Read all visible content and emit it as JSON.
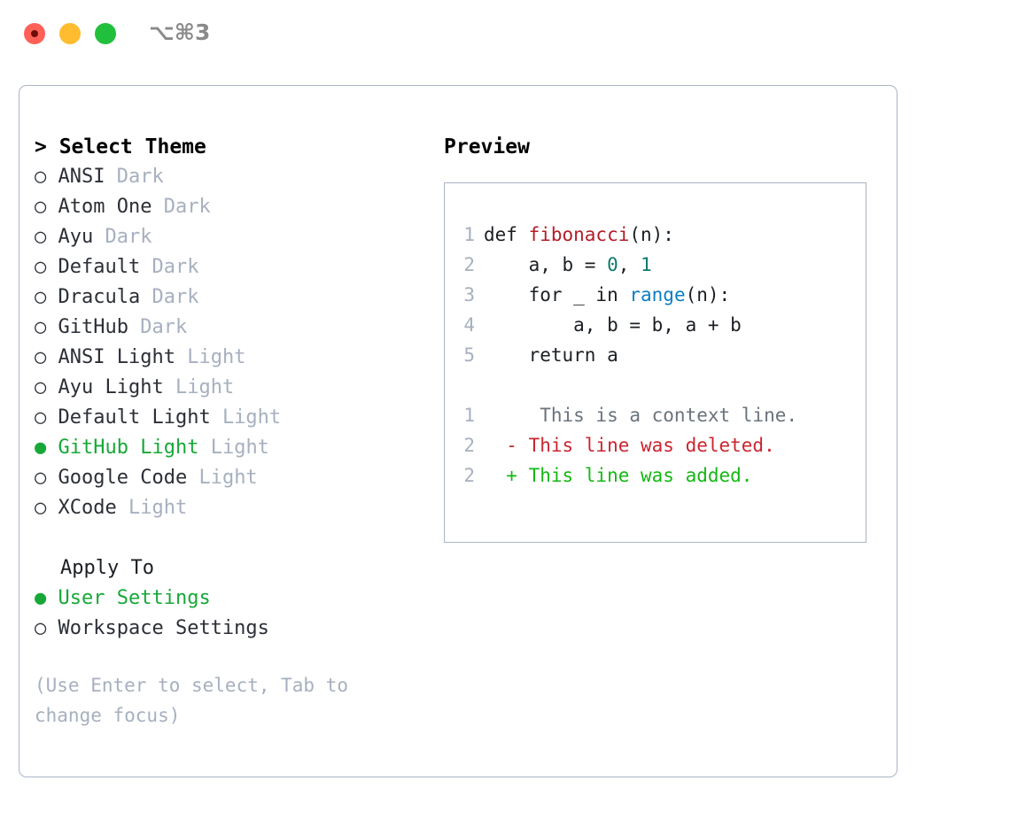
{
  "titlebar": {
    "shortcut": "⌥⌘3",
    "buttons": [
      {
        "name": "close",
        "color": "#ff6159"
      },
      {
        "name": "minimize",
        "color": "#febc2e"
      },
      {
        "name": "maximize",
        "color": "#21c03c"
      }
    ]
  },
  "theme_picker": {
    "header": "> Select Theme",
    "bullet_selected": "●",
    "bullet_unselected": "○",
    "items": [
      {
        "label": "ANSI",
        "tag": "Dark",
        "selected": false
      },
      {
        "label": "Atom One",
        "tag": "Dark",
        "selected": false
      },
      {
        "label": "Ayu",
        "tag": "Dark",
        "selected": false
      },
      {
        "label": "Default",
        "tag": "Dark",
        "selected": false
      },
      {
        "label": "Dracula",
        "tag": "Dark",
        "selected": false
      },
      {
        "label": "GitHub",
        "tag": "Dark",
        "selected": false
      },
      {
        "label": "ANSI Light",
        "tag": "Light",
        "selected": false
      },
      {
        "label": "Ayu Light",
        "tag": "Light",
        "selected": false
      },
      {
        "label": "Default Light",
        "tag": "Light",
        "selected": false
      },
      {
        "label": "GitHub Light",
        "tag": "Light",
        "selected": true
      },
      {
        "label": "Google Code",
        "tag": "Light",
        "selected": false
      },
      {
        "label": "XCode",
        "tag": "Light",
        "selected": false
      }
    ]
  },
  "apply_to": {
    "header": "Apply To",
    "items": [
      {
        "label": "User Settings",
        "selected": true
      },
      {
        "label": "Workspace Settings",
        "selected": false
      }
    ]
  },
  "hint": "(Use Enter to select, Tab to change focus)",
  "preview": {
    "title": "Preview",
    "code_lines": [
      {
        "no": "1",
        "tokens": [
          {
            "t": "def ",
            "c": "kw"
          },
          {
            "t": "fibonacci",
            "c": "fn"
          },
          {
            "t": "(n):",
            "c": "plain"
          }
        ]
      },
      {
        "no": "2",
        "tokens": [
          {
            "t": "    a, b = ",
            "c": "plain"
          },
          {
            "t": "0",
            "c": "num"
          },
          {
            "t": ", ",
            "c": "plain"
          },
          {
            "t": "1",
            "c": "num"
          }
        ]
      },
      {
        "no": "3",
        "tokens": [
          {
            "t": "    for _ in ",
            "c": "plain"
          },
          {
            "t": "range",
            "c": "builtin"
          },
          {
            "t": "(n):",
            "c": "plain"
          }
        ]
      },
      {
        "no": "4",
        "tokens": [
          {
            "t": "        a, b = b, a + b",
            "c": "plain"
          }
        ]
      },
      {
        "no": "5",
        "tokens": [
          {
            "t": "    return a",
            "c": "plain"
          }
        ]
      }
    ],
    "diff_lines": [
      {
        "no": "1",
        "prefix": " ",
        "text": "  This is a context line.",
        "kind": "ctx"
      },
      {
        "no": "2",
        "prefix": "-",
        "text": " This line was deleted.",
        "kind": "del"
      },
      {
        "no": "2",
        "prefix": "+",
        "text": " This line was added.",
        "kind": "add"
      }
    ]
  },
  "colors": {
    "accent_green": "#17a838",
    "muted": "#a7b0bf",
    "border": "#aab4c4",
    "diff_add": "#14b814",
    "diff_del": "#cb2431",
    "syntax_fn": "#b31d28",
    "syntax_num": "#0d7a6e",
    "syntax_builtin": "#0a7ec2"
  }
}
